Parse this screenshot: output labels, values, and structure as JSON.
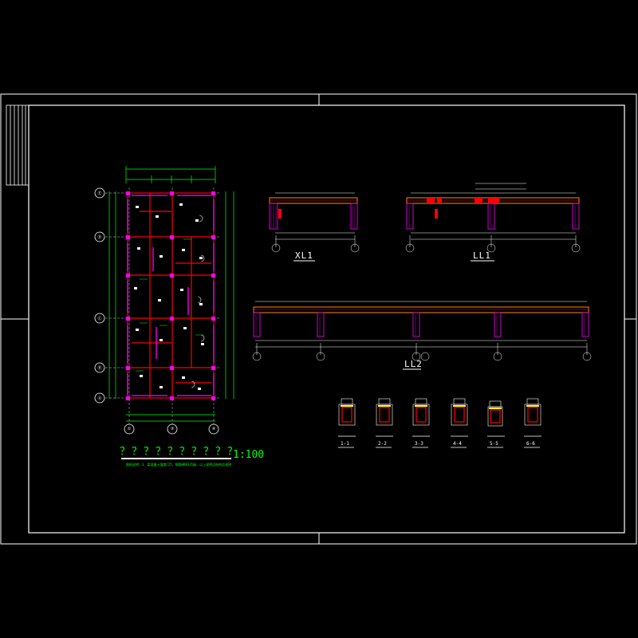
{
  "drawing": {
    "plan_scale": "1:100",
    "plan_title_placeholder": "？？？？？？？？？？",
    "plan_note": "图纸说明：1、梁混凝土强度C25，钢筋HRB335级，以上说明见结构总说明",
    "beams": [
      {
        "label": "XL1"
      },
      {
        "label": "LL1"
      },
      {
        "label": "LL2"
      }
    ],
    "sections": [
      "1-1",
      "2-2",
      "3-3",
      "4-4",
      "5-5",
      "6-6"
    ],
    "plan_axes_left": [
      "Ⓐ",
      "Ⓑ",
      "Ⓒ",
      "Ⓓ",
      "Ⓔ"
    ],
    "plan_axes_bottom": [
      "①",
      "③",
      "④"
    ]
  },
  "colors": {
    "background": "#000000",
    "frame": "#ffffff",
    "dimension": "#00ff00",
    "beam": "#ff0000",
    "column": "#ff00ff",
    "rebar": "#ffff00",
    "text": "#ffffff"
  }
}
